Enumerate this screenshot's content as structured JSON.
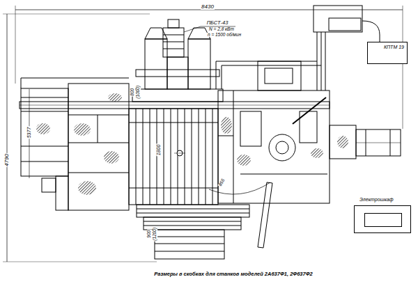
{
  "diagram": {
    "caption": "Размеры в скобках для станков моделей 2А637Ф1, 2Ф637Ф2",
    "nodes": [
      {
        "text": [
          "КПТМ 19"
        ]
      },
      {
        "text": [
          "Электрошкаф"
        ]
      }
    ],
    "labels": [
      "8430",
      "4790",
      "ПБСТ-43",
      "N = 2,8 кВт",
      "n = 1500 об/мин",
      "5377",
      "800",
      "(1000)",
      "1800",
      "855",
      "900",
      "(1200)"
    ]
  }
}
